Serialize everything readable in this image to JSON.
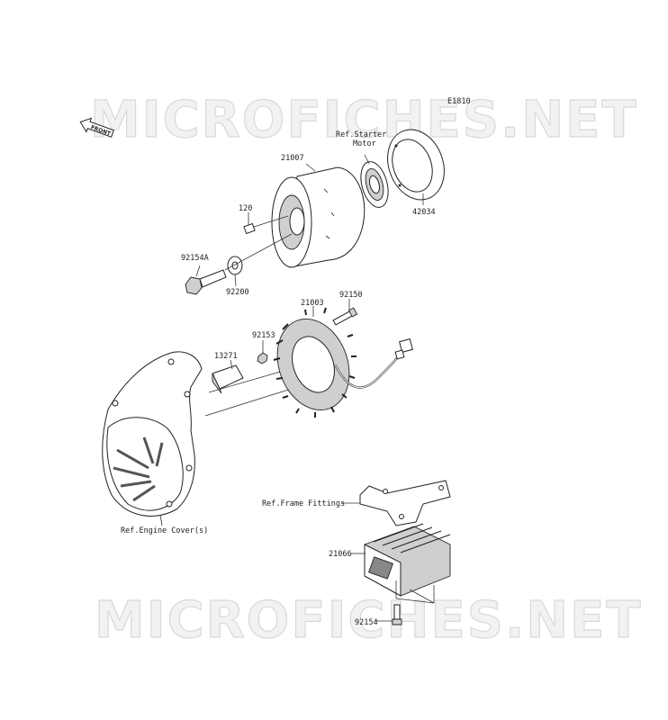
{
  "watermark": {
    "top": "MICROFICHES.NET",
    "bottom": "MICROFICHES.NET"
  },
  "diagram_code": "E1810",
  "front_badge": "FRONT",
  "parts": [
    {
      "id": "p42034",
      "label": "42034"
    },
    {
      "id": "p21007",
      "label": "21007"
    },
    {
      "id": "p120",
      "label": "120"
    },
    {
      "id": "p92154A",
      "label": "92154A"
    },
    {
      "id": "p92200",
      "label": "92200"
    },
    {
      "id": "p21003",
      "label": "21003"
    },
    {
      "id": "p92150",
      "label": "92150"
    },
    {
      "id": "p92153",
      "label": "92153"
    },
    {
      "id": "p13271",
      "label": "13271"
    },
    {
      "id": "p21066",
      "label": "21066"
    },
    {
      "id": "p92154",
      "label": "92154"
    }
  ],
  "references": {
    "starter_motor_line1": "Ref.Starter",
    "starter_motor_line2": "Motor",
    "frame_fittings": "Ref.Frame Fittings",
    "engine_cover": "Ref.Engine Cover(s)"
  },
  "colors": {
    "line": "#222222",
    "watermark": "#d9d9d9",
    "background": "#ffffff"
  }
}
